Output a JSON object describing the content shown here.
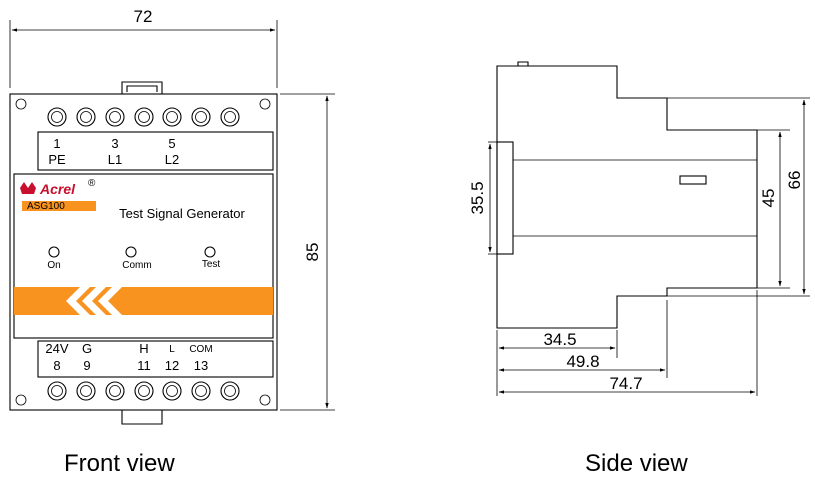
{
  "front": {
    "width_dim": "72",
    "height_dim": "85",
    "top_terminals": [
      {
        "num": "1",
        "label": "PE"
      },
      {
        "num": "3",
        "label": "L1"
      },
      {
        "num": "5",
        "label": "L2"
      }
    ],
    "brand": "Acrel",
    "registered": "®",
    "model": "ASG100",
    "product_name": "Test Signal Generator",
    "leds": [
      "On",
      "Comm",
      "Test"
    ],
    "bottom_labels": [
      "24V",
      "G",
      "H",
      "L",
      "COM"
    ],
    "bottom_numbers": [
      "8",
      "9",
      "11",
      "12",
      "13"
    ]
  },
  "side": {
    "dims": [
      "35.5",
      "45",
      "66",
      "34.5",
      "49.8",
      "74.7"
    ]
  },
  "captions": {
    "front": "Front view",
    "side": "Side view"
  },
  "colors": {
    "accent_orange": "#f7931e",
    "brand_red": "#c8102e",
    "line": "#000000"
  }
}
